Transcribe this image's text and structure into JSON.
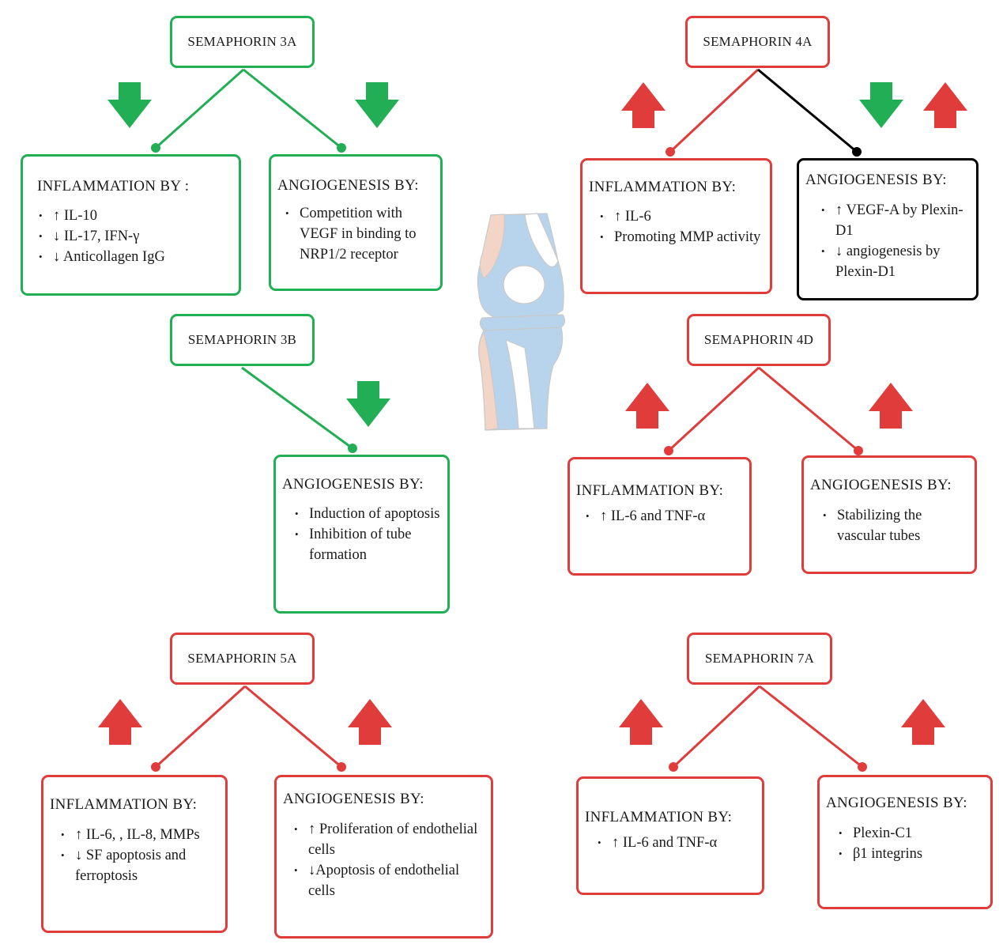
{
  "colors": {
    "green": "#22ae55",
    "red": "#e03c3c",
    "black": "#000000"
  },
  "sema3a": {
    "title": "SEMAPHORIN 3A",
    "inflammation": {
      "heading": "INFLAMMATION BY :",
      "items": [
        "↑ IL-10",
        "↓ IL-17, IFN-γ",
        "↓ Anticollagen IgG"
      ]
    },
    "angiogenesis": {
      "heading": "ANGIOGENESIS BY:",
      "items": [
        "Competition with VEGF in binding to NRP1/2 receptor"
      ]
    }
  },
  "sema3b": {
    "title": "SEMAPHORIN 3B",
    "angiogenesis": {
      "heading": "ANGIOGENESIS BY:",
      "items": [
        "Induction of apoptosis",
        "Inhibition of tube formation"
      ]
    }
  },
  "sema5a": {
    "title": "SEMAPHORIN 5A",
    "inflammation": {
      "heading": "INFLAMMATION BY:",
      "items": [
        "↑ IL-6, , IL-8, MMPs",
        "↓ SF apoptosis and ferroptosis"
      ]
    },
    "angiogenesis": {
      "heading": "ANGIOGENESIS BY:",
      "items": [
        "↑ Proliferation of endothelial cells",
        "↓Apoptosis of endothelial cells"
      ]
    }
  },
  "sema4a": {
    "title": "SEMAPHORIN 4A",
    "inflammation": {
      "heading": "INFLAMMATION BY:",
      "items": [
        "↑ IL-6",
        "Promoting MMP activity"
      ]
    },
    "angiogenesis": {
      "heading": "ANGIOGENESIS BY:",
      "items": [
        "↑ VEGF-A by Plexin-D1",
        "↓ angiogenesis by Plexin-D1"
      ]
    }
  },
  "sema4d": {
    "title": "SEMAPHORIN 4D",
    "inflammation": {
      "heading": "INFLAMMATION BY:",
      "items": [
        "↑ IL-6 and TNF-α"
      ]
    },
    "angiogenesis": {
      "heading": "ANGIOGENESIS BY:",
      "items": [
        "Stabilizing the vascular tubes"
      ]
    }
  },
  "sema7a": {
    "title": "SEMAPHORIN 7A",
    "inflammation": {
      "heading": "INFLAMMATION BY:",
      "items": [
        "↑ IL-6 and TNF-α"
      ]
    },
    "angiogenesis": {
      "heading": "ANGIOGENESIS BY:",
      "items": [
        "Plexin-C1",
        "β1 integrins"
      ]
    }
  },
  "effects": {
    "sema3a_inflammation": "down",
    "sema3a_angiogenesis": "down",
    "sema3b_angiogenesis": "down",
    "sema5a_inflammation": "up",
    "sema5a_angiogenesis": "up",
    "sema4a_inflammation": "up",
    "sema4a_angiogenesis": [
      "down",
      "up"
    ],
    "sema4d_inflammation": "up",
    "sema4d_angiogenesis": "up",
    "sema7a_inflammation": "up",
    "sema7a_angiogenesis": "up"
  },
  "illustration": "knee-joint-icon"
}
